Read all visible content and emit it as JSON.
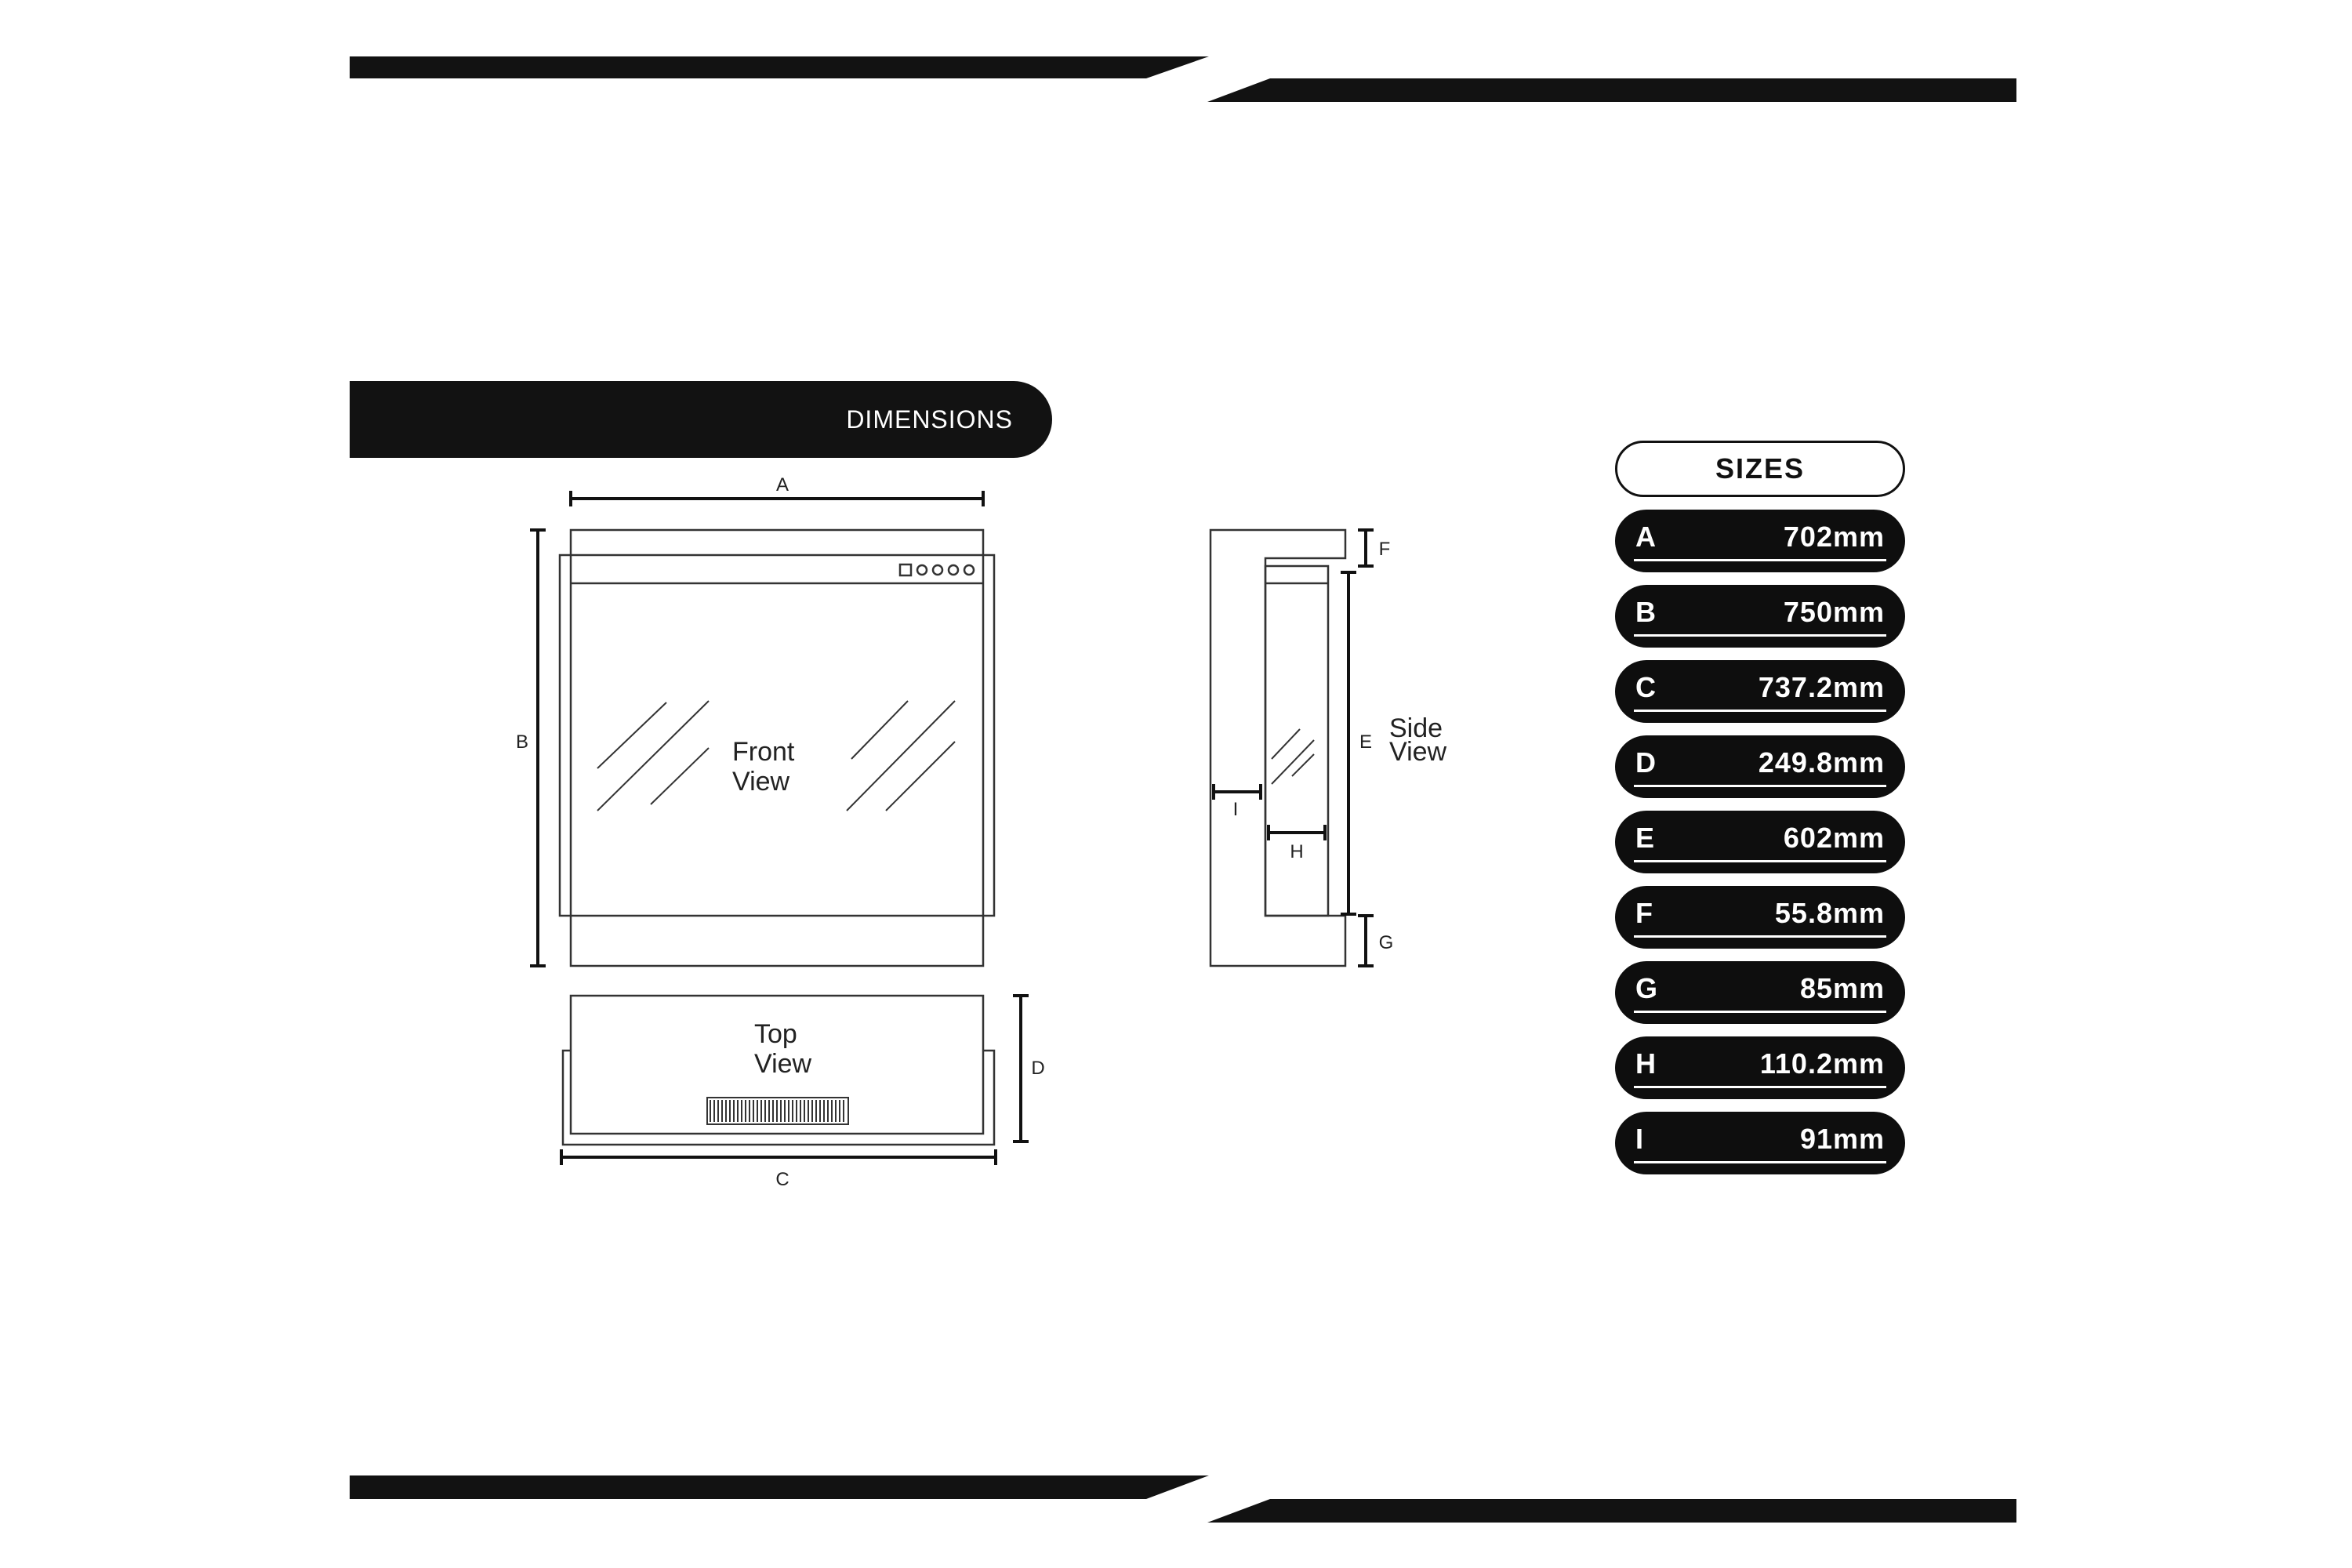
{
  "banner": {
    "title": "DIMENSIONS"
  },
  "diagram": {
    "front_view_label": [
      "Front",
      "View"
    ],
    "top_view_label": [
      "Top",
      "View"
    ],
    "side_view_label": [
      "Side",
      "View"
    ],
    "dim_letters": {
      "A": "A",
      "B": "B",
      "C": "C",
      "D": "D",
      "E": "E",
      "F": "F",
      "G": "G",
      "H": "H",
      "I": "I"
    }
  },
  "sizes": {
    "title": "SIZES",
    "items": [
      {
        "key": "A",
        "value": "702mm"
      },
      {
        "key": "B",
        "value": "750mm"
      },
      {
        "key": "C",
        "value": "737.2mm"
      },
      {
        "key": "D",
        "value": "249.8mm"
      },
      {
        "key": "E",
        "value": "602mm"
      },
      {
        "key": "F",
        "value": "55.8mm"
      },
      {
        "key": "G",
        "value": "85mm"
      },
      {
        "key": "H",
        "value": "110.2mm"
      },
      {
        "key": "I",
        "value": "91mm"
      }
    ]
  },
  "colors": {
    "ink": "#121212",
    "paper": "#ffffff"
  }
}
